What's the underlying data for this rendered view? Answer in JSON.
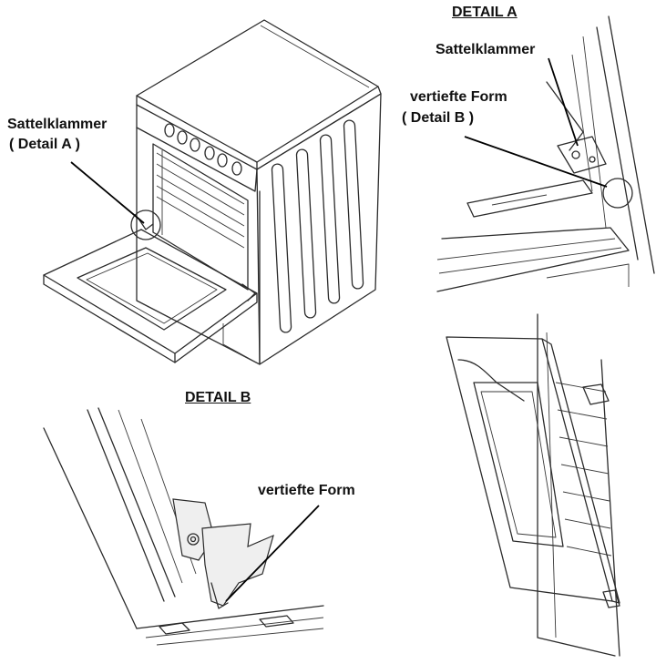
{
  "labels": {
    "detail_a_heading": "DETAIL A",
    "detail_b_heading": "DETAIL B",
    "main_clip_line1": "Sattelklammer",
    "main_clip_line2": "( Detail A )",
    "detail_a_clip": "Sattelklammer",
    "detail_a_form_line1": "vertiefte Form",
    "detail_a_form_line2": "( Detail B )",
    "detail_b_form": "vertiefte Form"
  }
}
